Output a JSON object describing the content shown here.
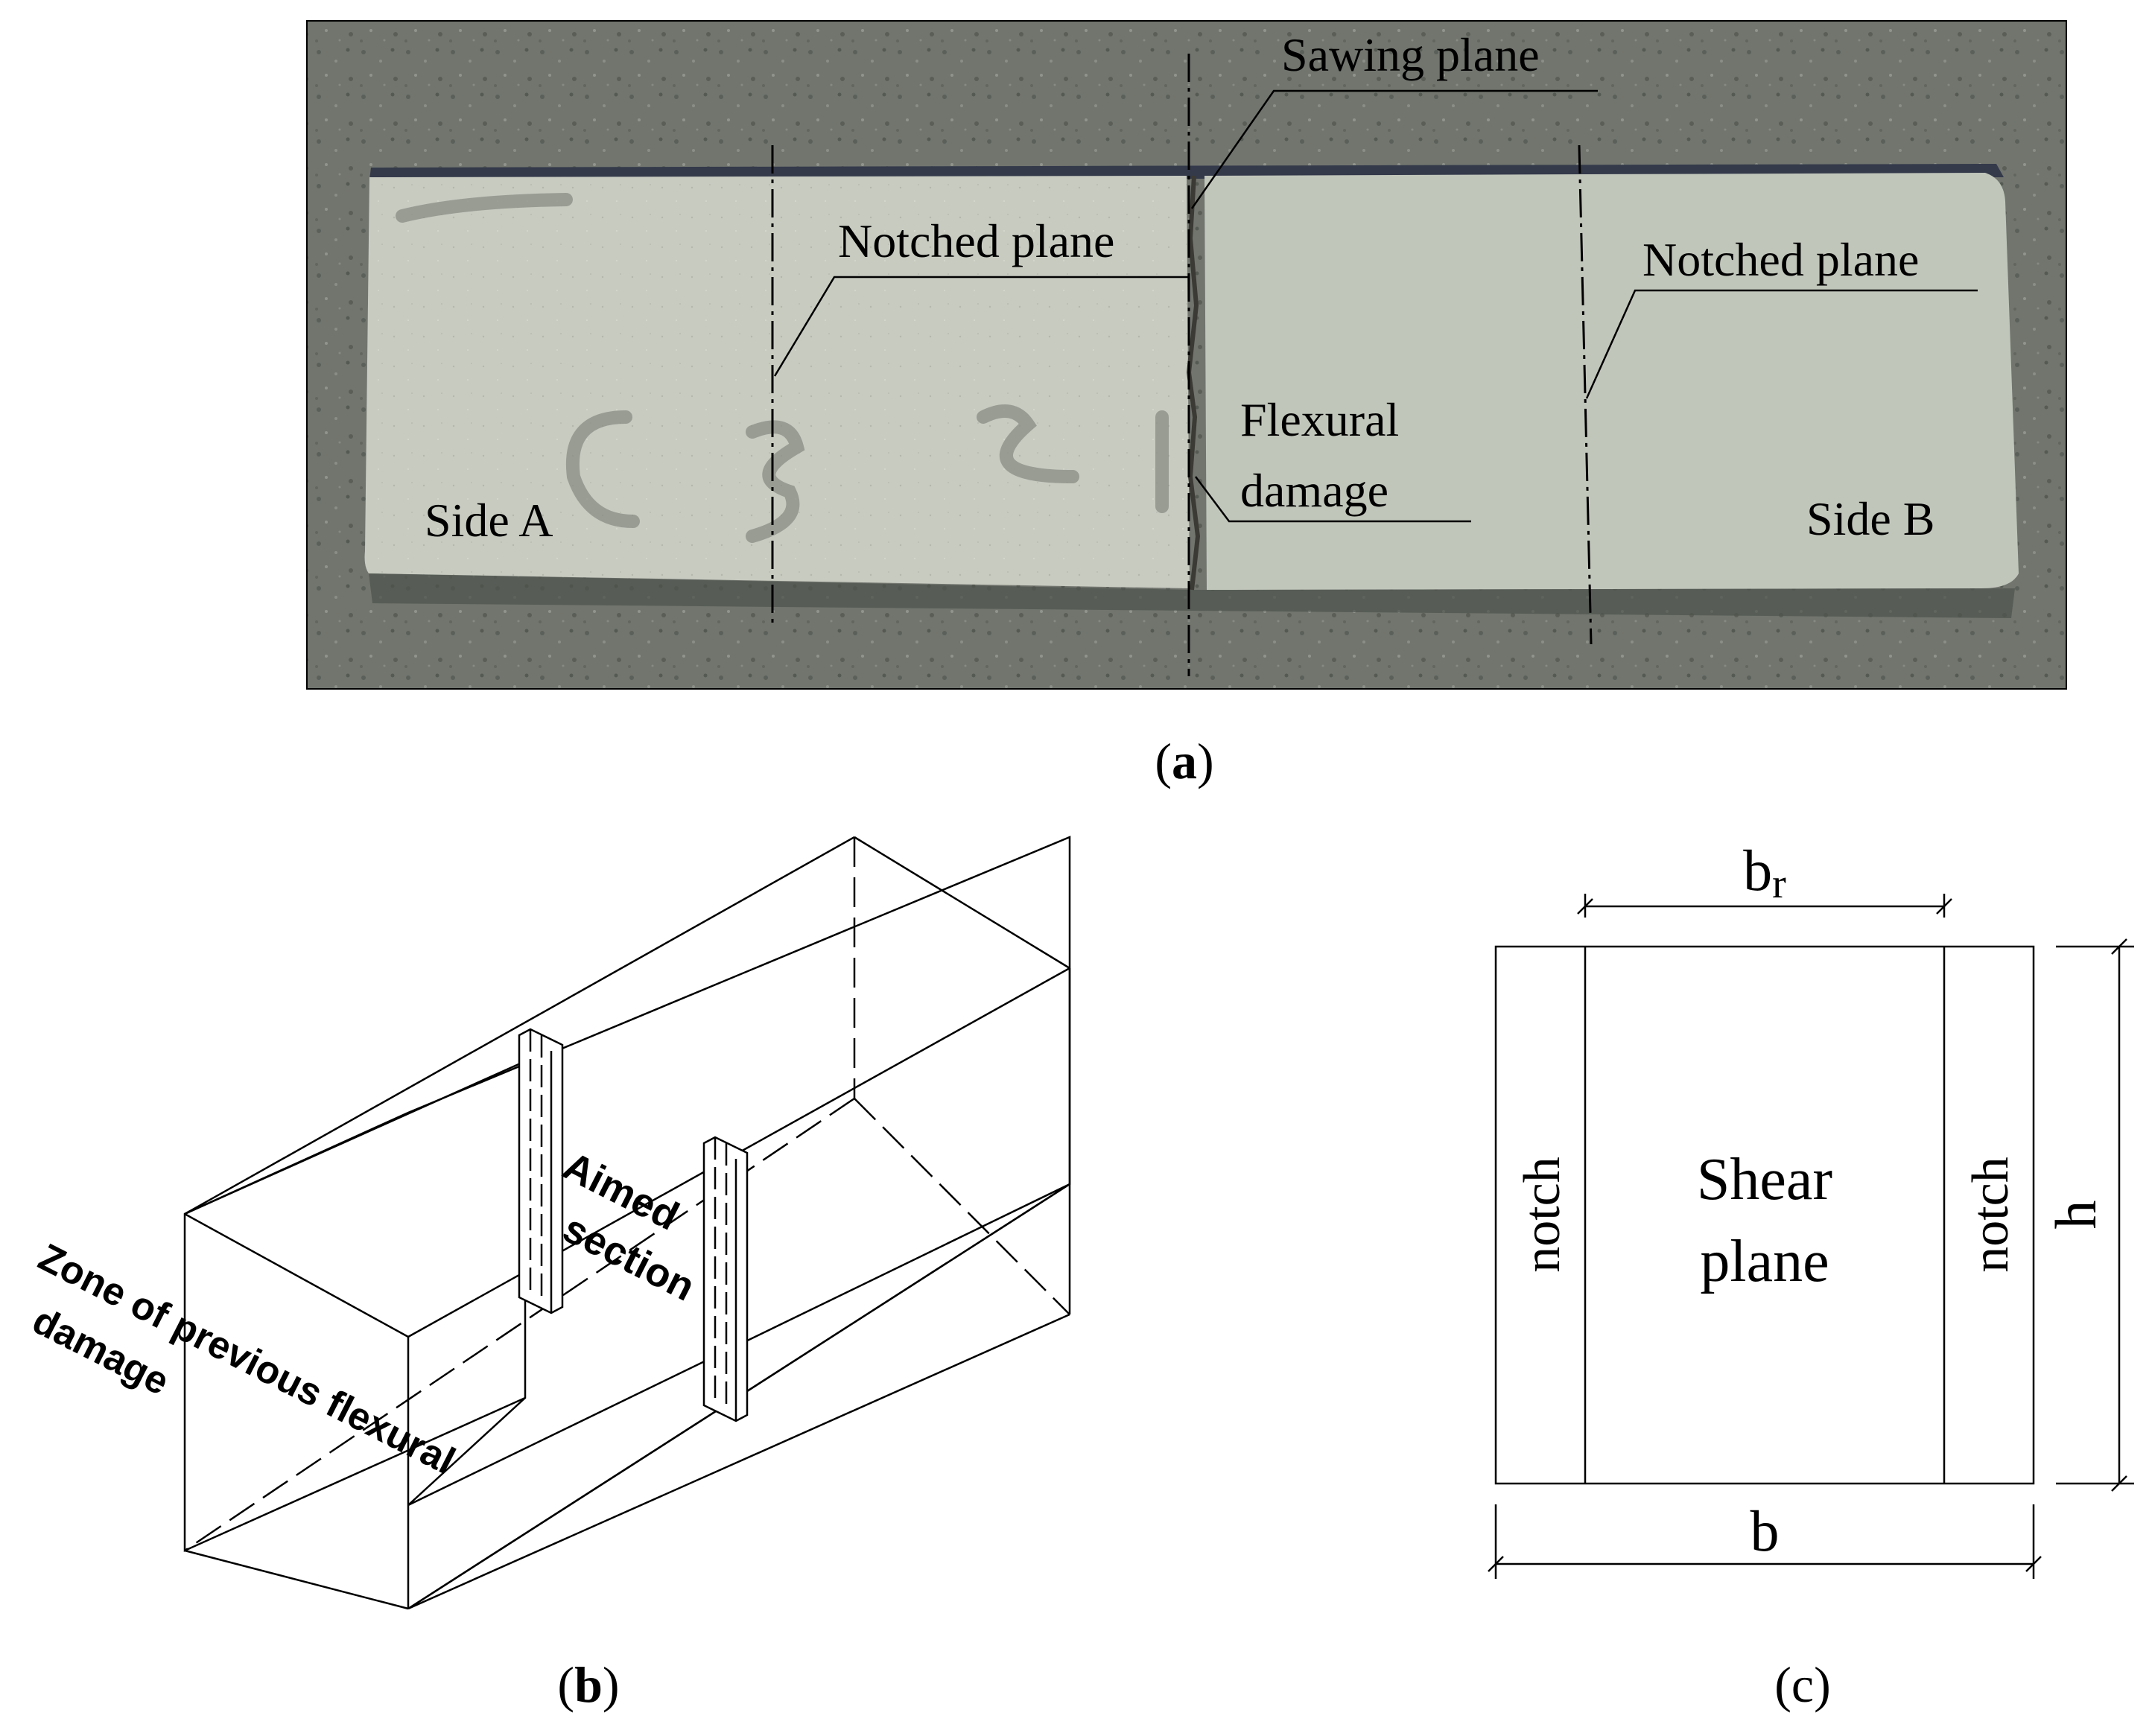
{
  "figure": {
    "colors": {
      "line": "#000000",
      "ground": "#6f736c",
      "beam_face": "#c9cdc2",
      "beam_face_right": "#c3c8bd"
    },
    "panel_a": {
      "caption_letter": "a",
      "labels": {
        "sawing_plane": "Sawing plane",
        "notched_plane_left": "Notched plane",
        "notched_plane_right": "Notched plane",
        "flexural_damage_line1": "Flexural",
        "flexural_damage_line2": "damage",
        "side_a": "Side A",
        "side_b": "Side B"
      }
    },
    "panel_b": {
      "caption_letter": "b",
      "labels": {
        "aimed_line1": "Aimed",
        "aimed_line2": "section",
        "zone_line1": "Zone of previous flexural",
        "zone_line2": "damage"
      }
    },
    "panel_c": {
      "caption_letter": "c",
      "labels": {
        "br_base": "b",
        "br_sub": "r",
        "b": "b",
        "h": "h",
        "shear_line1": "Shear",
        "shear_line2": "plane",
        "notch_left": "notch",
        "notch_right": "notch"
      }
    }
  }
}
